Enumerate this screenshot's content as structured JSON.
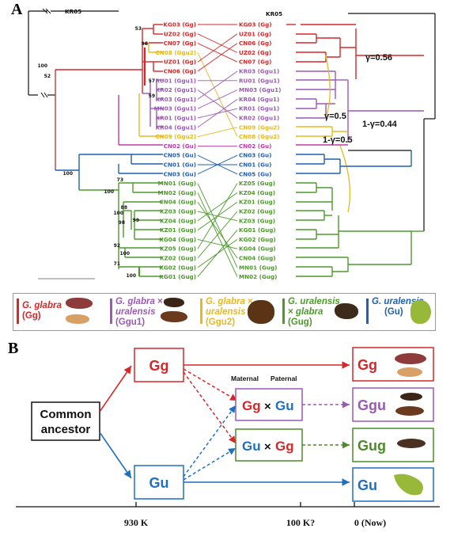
{
  "panel_a": {
    "label": "A",
    "outgroup_left": "KR05",
    "outgroup_right": "KR05",
    "left_tree_tips": [
      {
        "text": "KG03 (Gg)",
        "color": "#d62728"
      },
      {
        "text": "UZ02 (Gg)",
        "color": "#d62728"
      },
      {
        "text": "CN07 (Gg)",
        "color": "#d62728"
      },
      {
        "text": "CN08 (Ggu2)",
        "color": "#e8b820"
      },
      {
        "text": "UZ01 (Gg)",
        "color": "#d62728"
      },
      {
        "text": "CN06 (Gg)",
        "color": "#d62728"
      },
      {
        "text": "RU01 (Ggu1)",
        "color": "#9b59b6"
      },
      {
        "text": "KR02 (Ggu1)",
        "color": "#9b59b6"
      },
      {
        "text": "KR03 (Ggu1)",
        "color": "#9b59b6"
      },
      {
        "text": "MN03 (Ggu1)",
        "color": "#9b59b6"
      },
      {
        "text": "KR01 (Ggu1)",
        "color": "#9b59b6"
      },
      {
        "text": "KR04 (Ggu1)",
        "color": "#9b59b6"
      },
      {
        "text": "CN09 (Ggu2)",
        "color": "#e8b820"
      },
      {
        "text": "CN02 (Gu)",
        "color": "#c03aa8"
      },
      {
        "text": "CN05 (Gu)",
        "color": "#1f5fb4"
      },
      {
        "text": "CN01 (Gu)",
        "color": "#1f5fb4"
      },
      {
        "text": "CN03 (Gu)",
        "color": "#1f5fb4"
      },
      {
        "text": "MN01 (Gug)",
        "color": "#4c9a2a"
      },
      {
        "text": "MN02 (Gug)",
        "color": "#4c9a2a"
      },
      {
        "text": "CN04 (Gug)",
        "color": "#4c9a2a"
      },
      {
        "text": "KZ03 (Gug)",
        "color": "#4c9a2a"
      },
      {
        "text": "KZ04 (Gug)",
        "color": "#4c9a2a"
      },
      {
        "text": "KZ01 (Gug)",
        "color": "#4c9a2a"
      },
      {
        "text": "KG04 (Gug)",
        "color": "#4c9a2a"
      },
      {
        "text": "KZ05 (Gug)",
        "color": "#4c9a2a"
      },
      {
        "text": "KZ02 (Gug)",
        "color": "#4c9a2a"
      },
      {
        "text": "KG02 (Gug)",
        "color": "#4c9a2a"
      },
      {
        "text": "KG01 (Gug)",
        "color": "#4c9a2a"
      }
    ],
    "right_tree_tips": [
      {
        "text": "KG03 (Gg)",
        "color": "#d62728"
      },
      {
        "text": "UZ01 (Gg)",
        "color": "#d62728"
      },
      {
        "text": "CN06 (Gg)",
        "color": "#d62728"
      },
      {
        "text": "UZ02 (Gg)",
        "color": "#d62728"
      },
      {
        "text": "CN07 (Gg)",
        "color": "#d62728"
      },
      {
        "text": "KR03 (Ggu1)",
        "color": "#9b59b6"
      },
      {
        "text": "RU01 (Ggu1)",
        "color": "#9b59b6"
      },
      {
        "text": "MN03 (Ggu1)",
        "color": "#9b59b6"
      },
      {
        "text": "KR04 (Ggu1)",
        "color": "#9b59b6"
      },
      {
        "text": "KR01 (Ggu1)",
        "color": "#9b59b6"
      },
      {
        "text": "KR02 (Ggu1)",
        "color": "#9b59b6"
      },
      {
        "text": "CN09 (Ggu2)",
        "color": "#e8b820"
      },
      {
        "text": "CN08 (Ggu2)",
        "color": "#e8b820"
      },
      {
        "text": "CN02 (Gu)",
        "color": "#c03aa8"
      },
      {
        "text": "CN03 (Gu)",
        "color": "#1f5fb4"
      },
      {
        "text": "CN01 (Gu)",
        "color": "#1f5fb4"
      },
      {
        "text": "CN05 (Gu)",
        "color": "#1f5fb4"
      },
      {
        "text": "KZ05 (Gug)",
        "color": "#4c9a2a"
      },
      {
        "text": "KZ04 (Gug)",
        "color": "#4c9a2a"
      },
      {
        "text": "KZ01 (Gug)",
        "color": "#4c9a2a"
      },
      {
        "text": "KZ02 (Gug)",
        "color": "#4c9a2a"
      },
      {
        "text": "KZ03 (Gug)",
        "color": "#4c9a2a"
      },
      {
        "text": "KG01 (Gug)",
        "color": "#4c9a2a"
      },
      {
        "text": "KG02 (Gug)",
        "color": "#4c9a2a"
      },
      {
        "text": "KG04 (Gug)",
        "color": "#4c9a2a"
      },
      {
        "text": "CN04 (Gug)",
        "color": "#4c9a2a"
      },
      {
        "text": "MN01 (Gug)",
        "color": "#4c9a2a"
      },
      {
        "text": "MN02 (Gug)",
        "color": "#4c9a2a"
      }
    ],
    "bootstrap": [
      "53",
      "98",
      "100",
      "52",
      "57",
      "59",
      "100",
      "73",
      "100",
      "100",
      "88",
      "99",
      "98",
      "92",
      "100",
      "71",
      "100"
    ],
    "gamma_labels": [
      "γ=0.56",
      "γ=0.5",
      "1-γ=0.44",
      "1-γ=0.5"
    ],
    "legend": [
      {
        "species_italic": "G. glabra",
        "line2": "",
        "code": "(Gg)",
        "color": "#d62728"
      },
      {
        "species_italic": "G. glabra",
        "line2": "× uralensis",
        "code": "(Ggu1)",
        "color": "#9b59b6"
      },
      {
        "species_italic": "G. glabra",
        "line2": "× uralensis",
        "code": "(Ggu2)",
        "color": "#e8b820"
      },
      {
        "species_italic": "G. uralensis",
        "line2": "× glabra",
        "code": "(Gug)",
        "color": "#4c9a2a"
      },
      {
        "species_italic": "G. uralensis",
        "line2": "",
        "code": "(Gu)",
        "color": "#1f5fb4"
      }
    ]
  },
  "panel_b": {
    "label": "B",
    "common_ancestor": [
      "Common",
      "ancestor"
    ],
    "gg": "Gg",
    "gu": "Gu",
    "maternal": "Maternal",
    "paternal": "Paternal",
    "cross1": {
      "left": "Gg",
      "x": "×",
      "right": "Gu"
    },
    "cross2": {
      "left": "Gu",
      "x": "×",
      "right": "Gg"
    },
    "out_gg": "Gg",
    "out_ggu": "Ggu",
    "out_gug": "Gug",
    "out_gu": "Gu",
    "time_labels": [
      "930 K",
      "100 K?",
      "0 (Now)"
    ],
    "colors": {
      "red": "#d62728",
      "blue": "#1f6fc0",
      "purple": "#9b59b6",
      "green": "#4c8a2a"
    }
  }
}
